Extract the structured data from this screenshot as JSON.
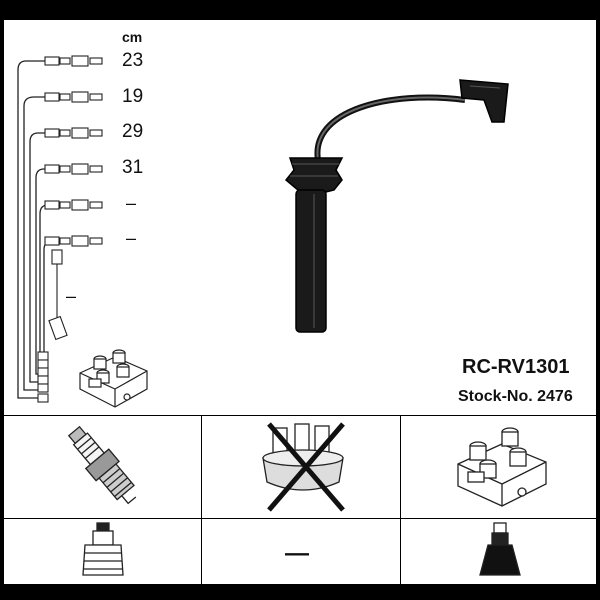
{
  "product": {
    "code": "RC-RV1301",
    "stock_label": "Stock-No. 2476"
  },
  "lengths": {
    "unit": "cm",
    "rows": [
      "23",
      "19",
      "29",
      "31",
      "–",
      "–"
    ],
    "extra_row": "–"
  },
  "bottom_row": {
    "middle_mark": "—"
  },
  "icons": [
    "ignition-lead-icon",
    "ignition-coil-icon",
    "spark-plug-icon",
    "distributor-cap-crossed-icon",
    "plug-connector-icon",
    "coil-connector-icon"
  ]
}
